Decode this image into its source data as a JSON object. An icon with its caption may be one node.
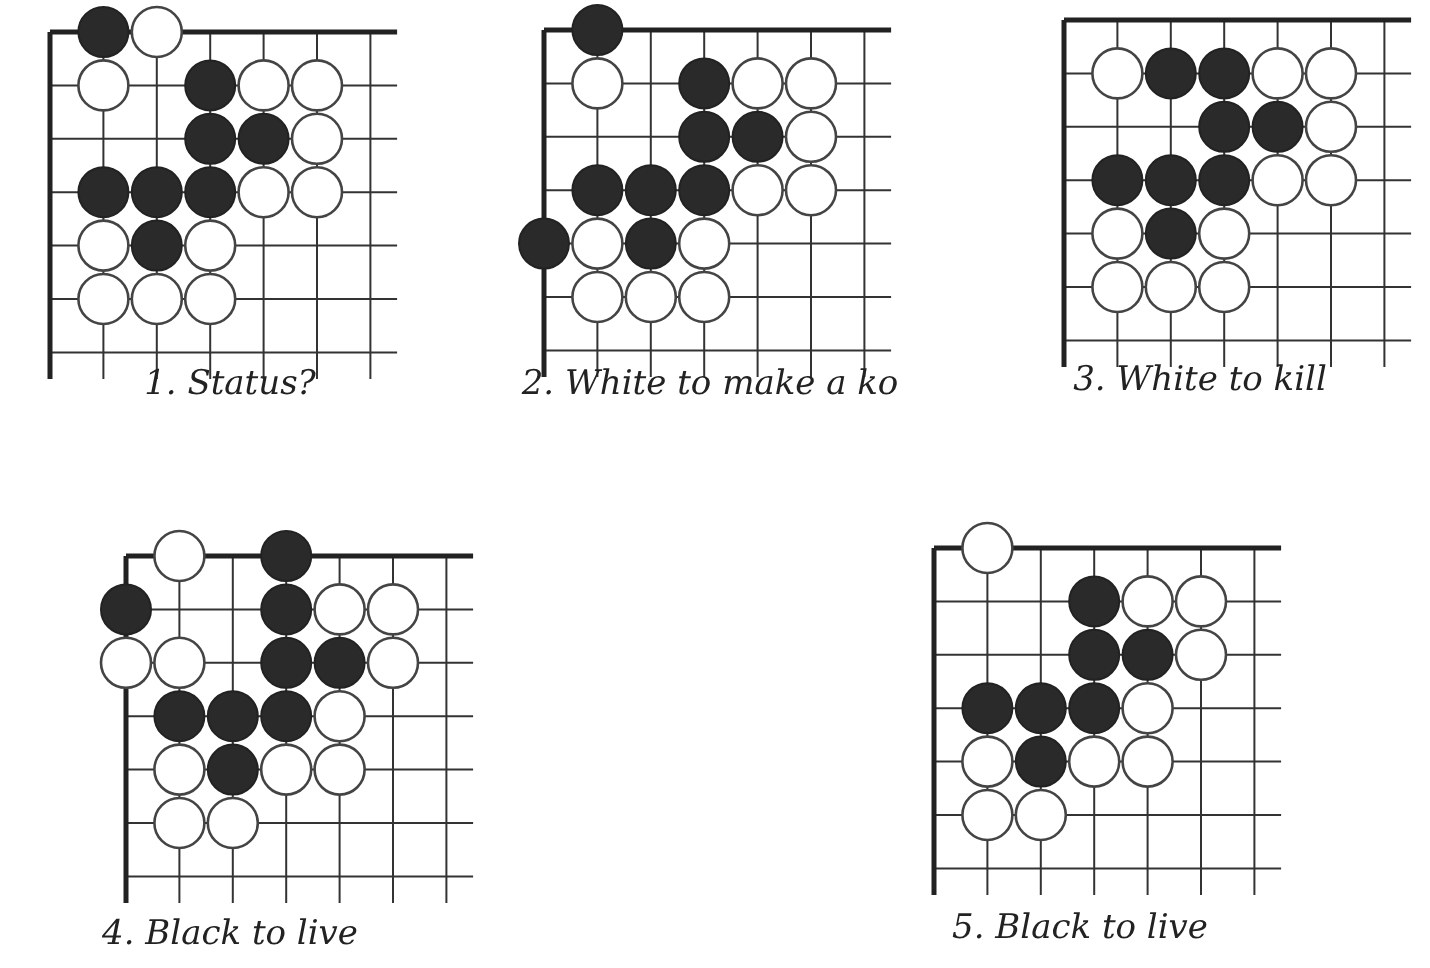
{
  "diagram": {
    "labels": [
      "1. Status?",
      "2. White to make a ko",
      "3. White to kill",
      "4. Black to live",
      "5. Black to live"
    ]
  }
}
